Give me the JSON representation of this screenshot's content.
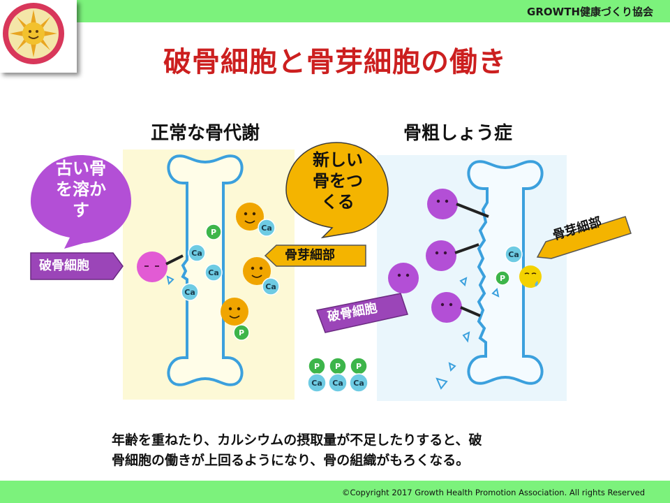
{
  "header": {
    "organization": "GROWTH健康づくり協会"
  },
  "title": "破骨細胞と骨芽細胞の働き",
  "left_panel": {
    "heading": "正常な骨代謝",
    "bubble_resorb": "古い骨\nを溶か\nす",
    "bubble_form": "新しい\n骨をつ\nくる",
    "osteoclast_label": "破骨細胞",
    "osteoblast_label": "骨芽細部"
  },
  "right_panel": {
    "heading": "骨粗しょう症",
    "osteoblast_label": "骨芽細部",
    "osteoclast_label": "破骨細胞"
  },
  "minerals": {
    "ca": "Ca",
    "p": "P"
  },
  "caption": "年齢を重ねたり、カルシウムの摂取量が不足したりすると、破\n骨細胞の働きが上回るようになり、骨の組織がもろくなる。",
  "footer": {
    "copyright": "©Copyright 2017 Growth Health Promotion Association. All rights Reserved"
  },
  "colors": {
    "bar": "#7cf27c",
    "title": "#cc1f1f",
    "osteoclast": "#b34fd6",
    "osteoblast": "#f0a500",
    "calcium": "#6ecbe3",
    "phosphorus": "#3db54a",
    "bone_outline": "#3ba0dd",
    "label_box": "#9b45b8"
  }
}
